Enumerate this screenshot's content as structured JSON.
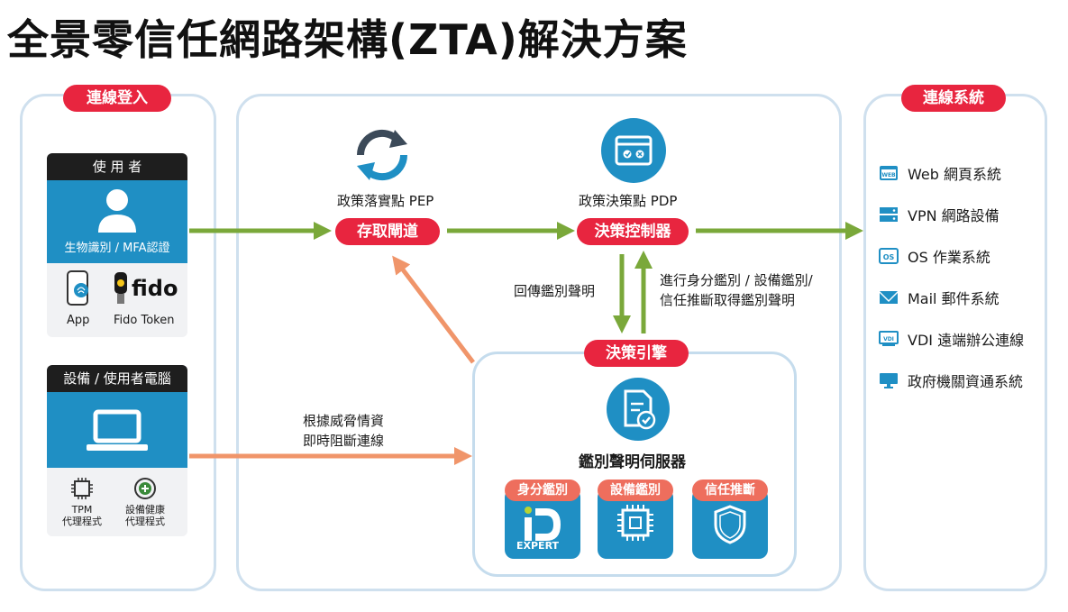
{
  "title": "全景零信任網路架構(ZTA)解決方案",
  "login": {
    "header": "連線登入",
    "user_card": {
      "header": "使 用 者",
      "auth_label": "生物識別 / MFA認證",
      "app_label": "App",
      "fido_logo": "fido",
      "fido_label": "Fido Token"
    },
    "device_card": {
      "header": "設備 / 使用者電腦",
      "tpm_label": "TPM\n代理程式",
      "health_label": "設備健康\n代理程式"
    }
  },
  "center": {
    "pep_title": "政策落實點 PEP",
    "pep_pill": "存取閘道",
    "pdp_title": "政策決策點 PDP",
    "pdp_pill": "決策控制器",
    "return_label": "回傳鑑別聲明",
    "verify_label": "進行身分鑑別 / 設備鑑別/\n信任推斷取得鑑別聲明",
    "threat_label": "根據威脅情資\n即時阻斷連線",
    "engine_pill": "決策引擎",
    "server_label": "鑑別聲明伺服器",
    "tiles": [
      {
        "label": "身分鑑別",
        "icon_text": "EXPERT"
      },
      {
        "label": "設備鑑別"
      },
      {
        "label": "信任推斷"
      }
    ]
  },
  "systems": {
    "header": "連線系統",
    "items": [
      {
        "label": "Web 網頁系統",
        "icon": "web-icon",
        "icon_text": "WEB"
      },
      {
        "label": "VPN 網路設備",
        "icon": "server-icon"
      },
      {
        "label": "OS 作業系統",
        "icon": "os-icon",
        "icon_text": "OS"
      },
      {
        "label": "Mail 郵件系統",
        "icon": "mail-icon"
      },
      {
        "label": "VDI 遠端辦公連線",
        "icon": "vdi-icon",
        "icon_text": "VDI"
      },
      {
        "label": "政府機關資通系統",
        "icon": "monitor-icon"
      }
    ]
  },
  "colors": {
    "red": "#e8253f",
    "salmon": "#ee6e5d",
    "blue": "#1f8fc4",
    "green": "#7aa83a",
    "orange": "#f0956a",
    "panel_border": "#cfe0ee"
  }
}
